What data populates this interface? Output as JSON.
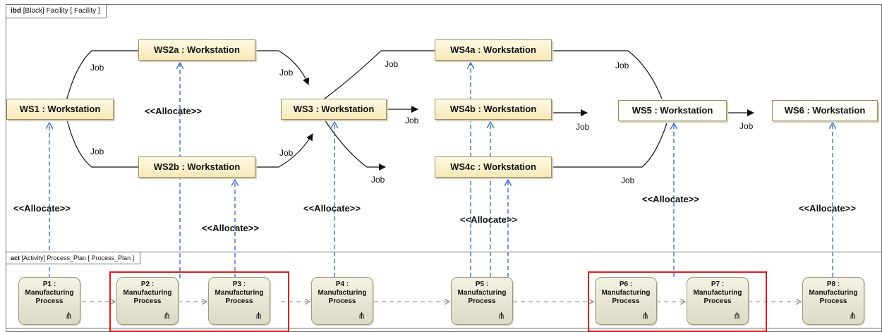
{
  "ibd_frame": {
    "kind": "ibd",
    "label": "[Block] Facility [ Facility ]"
  },
  "act_frame": {
    "kind": "act",
    "label": "[Activity] Process_Plan [ Process_Plan ]"
  },
  "workstations": [
    {
      "id": "ws1",
      "label": "WS1 : Workstation"
    },
    {
      "id": "ws2a",
      "label": "WS2a : Workstation"
    },
    {
      "id": "ws2b",
      "label": "WS2b : Workstation"
    },
    {
      "id": "ws3",
      "label": "WS3 : Workstation"
    },
    {
      "id": "ws4a",
      "label": "WS4a : Workstation"
    },
    {
      "id": "ws4b",
      "label": "WS4b : Workstation"
    },
    {
      "id": "ws4c",
      "label": "WS4c : Workstation"
    },
    {
      "id": "ws5",
      "label": "WS5 : Workstation"
    },
    {
      "id": "ws6",
      "label": "WS6 : Workstation"
    }
  ],
  "connector_label": "Job",
  "allocate_label": "<<Allocate>>",
  "processes": [
    {
      "id": "p1",
      "name": "P1 :",
      "type": "Manufacturing",
      "sub": "Process"
    },
    {
      "id": "p2",
      "name": "P2 :",
      "type": "Manufacturing",
      "sub": "Process"
    },
    {
      "id": "p3",
      "name": "P3 :",
      "type": "Manufacturing",
      "sub": "Process"
    },
    {
      "id": "p4",
      "name": "P4 :",
      "type": "Manufacturing",
      "sub": "Process"
    },
    {
      "id": "p5",
      "name": "P5 :",
      "type": "Manufacturing",
      "sub": "Process"
    },
    {
      "id": "p6",
      "name": "P6 :",
      "type": "Manufacturing",
      "sub": "Process"
    },
    {
      "id": "p7",
      "name": "P7 :",
      "type": "Manufacturing",
      "sub": "Process"
    },
    {
      "id": "p8",
      "name": "P8 :",
      "type": "Manufacturing",
      "sub": "Process"
    }
  ],
  "rake_icon": "rake-icon",
  "colors": {
    "workstation_fill": "#f7e8b8",
    "allocate_line": "#3a6fd6",
    "highlight": "#e11b1b"
  }
}
